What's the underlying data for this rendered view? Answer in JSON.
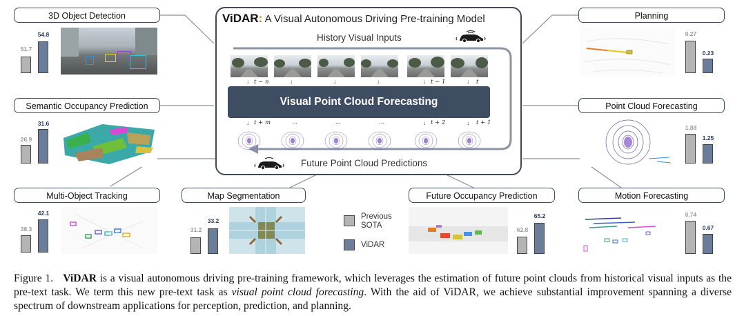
{
  "panel": {
    "brand": "ViDAR",
    "colon": ":",
    "subtitle": " A Visual Autonomous Driving Pre-training Model",
    "history_label": "History Visual Inputs",
    "future_label": "Future Point Cloud Predictions",
    "forecast_label": "Visual Point Cloud Forecasting",
    "history_timesteps": [
      "t − n",
      "",
      "",
      "",
      "t − 1",
      "t"
    ],
    "future_timesteps": [
      "t + m",
      "...",
      "...",
      "...",
      "t + 2",
      "t + 1"
    ]
  },
  "tasks": [
    {
      "label": "3D Object Detection",
      "previous": "51.7",
      "vidar": "54.8",
      "prev_value": 51.7,
      "vidar_value": 54.8
    },
    {
      "label": "Semantic Occupancy Prediction",
      "previous": "26.9",
      "vidar": "31.6",
      "prev_value": 26.9,
      "vidar_value": 31.6
    },
    {
      "label": "Multi-Object Tracking",
      "previous": "38.3",
      "vidar": "42.1",
      "prev_value": 38.3,
      "vidar_value": 42.1
    },
    {
      "label": "Map Segmentation",
      "previous": "31.2",
      "vidar": "33.2",
      "prev_value": 31.2,
      "vidar_value": 33.2
    },
    {
      "label": "Future Occupancy Prediction",
      "previous": "62.8",
      "vidar": "65.2",
      "prev_value": 62.8,
      "vidar_value": 65.2
    },
    {
      "label": "Planning",
      "previous": "0.27",
      "vidar": "0.23",
      "prev_value": 0.27,
      "vidar_value": 0.23
    },
    {
      "label": "Point Cloud Forecasting",
      "previous": "1.88",
      "vidar": "1.25",
      "prev_value": 1.88,
      "vidar_value": 1.25
    },
    {
      "label": "Motion Forecasting",
      "previous": "0.74",
      "vidar": "0.67",
      "prev_value": 0.74,
      "vidar_value": 0.67
    }
  ],
  "legend": {
    "previous": "Previous\nSOTA",
    "vidar": "ViDAR",
    "previous_color": "#b4b4b4",
    "vidar_color": "#6b7d99"
  },
  "caption": {
    "fig": "Figure 1.",
    "brand": "ViDAR",
    "part1": " is a visual autonomous driving pre-training framework, which leverages the estimation of future point clouds from historical visual inputs as the pre-text task. We term this new pre-text task as ",
    "emph": "visual point cloud forecasting",
    "part2": ". With the aid of ViDAR, we achieve substantial improvement spanning a diverse spectrum of downstream applications for perception, prediction, and planning."
  }
}
